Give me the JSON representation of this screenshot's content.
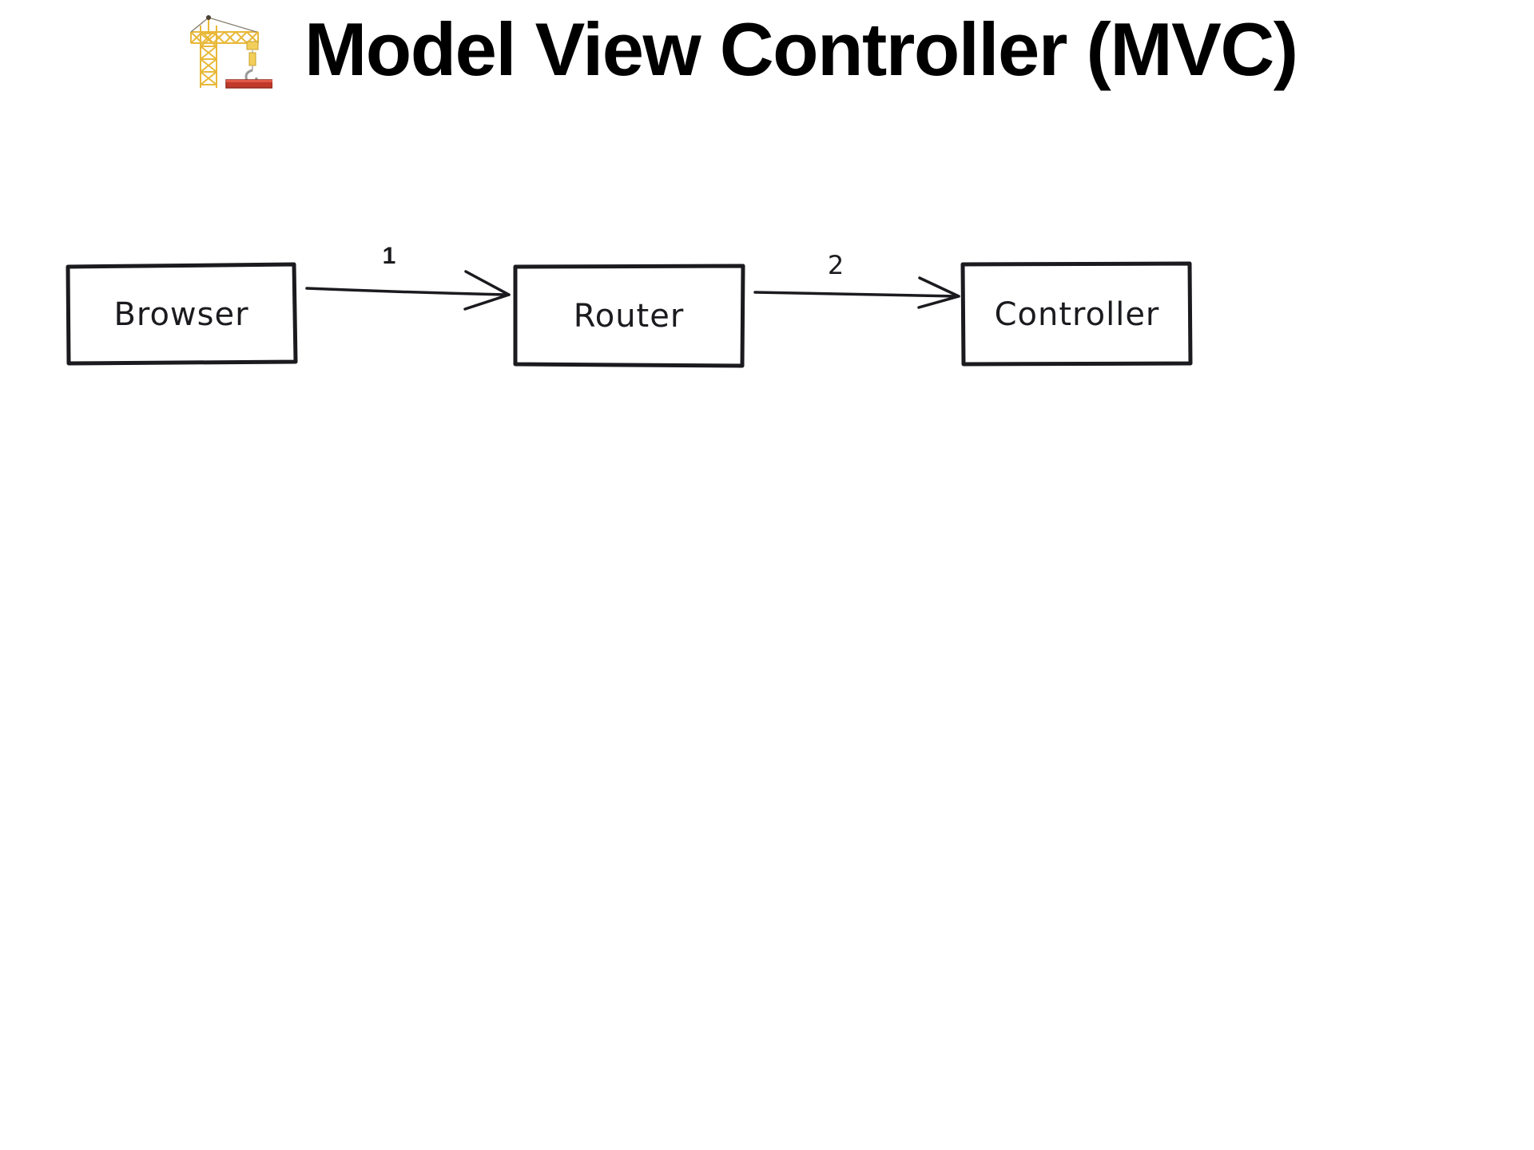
{
  "slide": {
    "background_color": "#ffffff",
    "title": "Model View Controller (MVC)",
    "title_color": "#000000",
    "title_icon": "construction-crane-emoji"
  },
  "diagram": {
    "style": "hand-drawn",
    "stroke_color": "#1b1b1f",
    "fill_color": "#ffffff",
    "nodes": [
      {
        "id": "browser",
        "label": "Browser"
      },
      {
        "id": "router",
        "label": "Router"
      },
      {
        "id": "controller",
        "label": "Controller"
      }
    ],
    "edges": [
      {
        "from": "browser",
        "to": "router",
        "label": "1"
      },
      {
        "from": "router",
        "to": "controller",
        "label": "2"
      }
    ]
  }
}
